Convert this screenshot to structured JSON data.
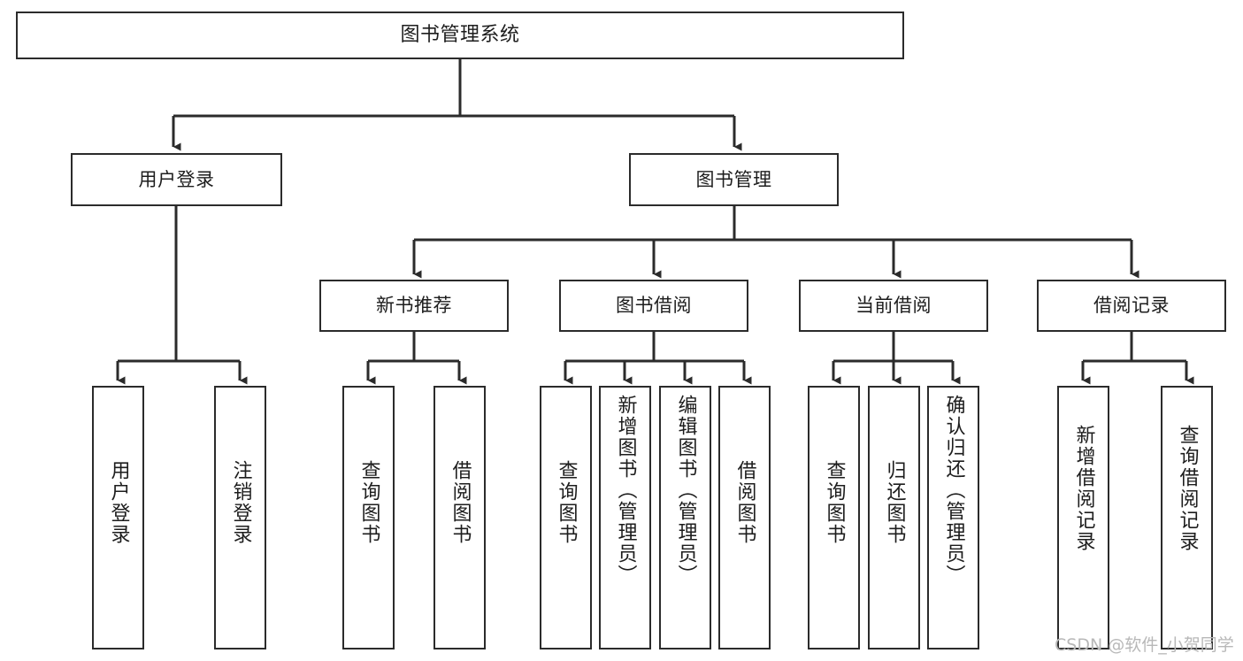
{
  "diagram": {
    "title": "图书管理系统",
    "type": "hierarchy-tree",
    "orientation": "top-down",
    "line_color": "#2b2b2b",
    "box_fill": "#ffffff",
    "text_color": "#1d1d1d"
  },
  "nodes": {
    "root": {
      "label": "图书管理系统"
    },
    "level1": [
      {
        "id": "user-login",
        "label": "用户登录"
      },
      {
        "id": "book-manage",
        "label": "图书管理"
      }
    ],
    "level2": [
      {
        "id": "new-book-recommend",
        "label": "新书推荐"
      },
      {
        "id": "book-borrow",
        "label": "图书借阅"
      },
      {
        "id": "current-borrow",
        "label": "当前借阅"
      },
      {
        "id": "borrow-record",
        "label": "借阅记录"
      }
    ],
    "leaves": {
      "user_login": [
        {
          "id": "leaf-user-login",
          "label": "用户登录"
        },
        {
          "id": "leaf-user-logout",
          "label": "注销登录"
        }
      ],
      "new_book_recommend": [
        {
          "id": "leaf-query-book-1",
          "label": "查询图书"
        },
        {
          "id": "leaf-borrow-book-1",
          "label": "借阅图书"
        }
      ],
      "book_borrow": [
        {
          "id": "leaf-query-book-2",
          "label": "查询图书"
        },
        {
          "id": "leaf-add-book",
          "label": "新增图书（管理员）"
        },
        {
          "id": "leaf-edit-book",
          "label": "编辑图书（管理员）"
        },
        {
          "id": "leaf-borrow-book-2",
          "label": "借阅图书"
        }
      ],
      "current_borrow": [
        {
          "id": "leaf-query-book-3",
          "label": "查询图书"
        },
        {
          "id": "leaf-return-book",
          "label": "归还图书"
        },
        {
          "id": "leaf-confirm-return",
          "label": "确认归还（管理员）"
        }
      ],
      "borrow_record": [
        {
          "id": "leaf-add-record",
          "label": "新增借阅记录"
        },
        {
          "id": "leaf-query-record",
          "label": "查询借阅记录"
        }
      ]
    }
  },
  "watermark": {
    "text": "CSDN @软件_小贺同学"
  }
}
